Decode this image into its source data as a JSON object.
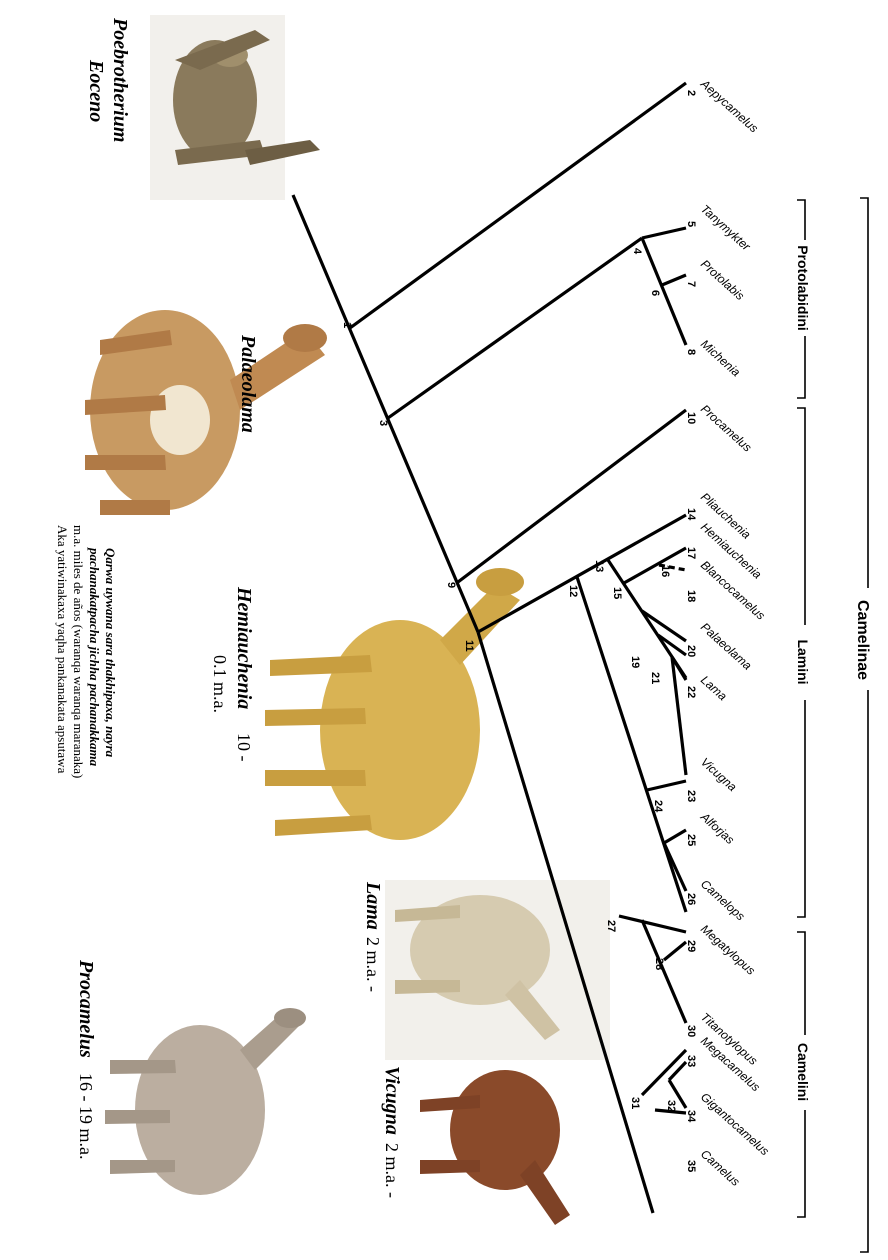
{
  "title": "Camelinae",
  "tribes": {
    "protolabidini": "Protolabidini",
    "lamini": "Lamini",
    "camelini": "Camelini"
  },
  "taxa": [
    {
      "num": "2",
      "name": "Aepycamelus"
    },
    {
      "num": "5",
      "name": "Tanymykter"
    },
    {
      "num": "7",
      "name": "Protolabis"
    },
    {
      "num": "8",
      "name": "Michenia"
    },
    {
      "num": "10",
      "name": "Procamelus"
    },
    {
      "num": "14",
      "name": "Pliauchenia"
    },
    {
      "num": "17",
      "name": "Hemiauchenia"
    },
    {
      "num": "18",
      "name": "Blancocamelus"
    },
    {
      "num": "20",
      "name": "Palaeolama"
    },
    {
      "num": "22",
      "name": "Lama"
    },
    {
      "num": "23",
      "name": "Vicugna"
    },
    {
      "num": "25",
      "name": "Alforjas"
    },
    {
      "num": "26",
      "name": "Camelops"
    },
    {
      "num": "29",
      "name": "Megatylopus"
    },
    {
      "num": "30",
      "name": "Titanotylopus"
    },
    {
      "num": "33",
      "name": "Megacamelus"
    },
    {
      "num": "34",
      "name": "Gigantocamelus"
    },
    {
      "num": "35",
      "name": "Camelus"
    }
  ],
  "internal_nodes": [
    "1",
    "3",
    "4",
    "6",
    "9",
    "11",
    "12",
    "13",
    "15",
    "16",
    "19",
    "21",
    "24",
    "27",
    "28",
    "31",
    "32"
  ],
  "animals": {
    "poebrotherium": {
      "name": "Poebrotherium",
      "age": "Eoceno"
    },
    "palaeolama": {
      "name": "Palaeolama"
    },
    "hemiauchenia": {
      "name": "Hemiauchenia",
      "age1": "10 -",
      "age2": "0.1 m.a."
    },
    "lama": {
      "name": "Lama",
      "age": "2 m.a. -"
    },
    "vicugna": {
      "name": "Vicugna",
      "age": "2 m.a. -"
    },
    "procamelus": {
      "name": "Procamelus",
      "age": "16 - 19 m.a."
    }
  },
  "note": {
    "line1": "Qarwa uywana sara thakhipaxa, nayra",
    "line2": "pachanakatpacha jichha pachanakkama",
    "line3": "m.a. miles de años (waranqa waranqa maranaka)",
    "line4": "Aka yatiwinakaxa yaqha pankanakata apsutawa"
  },
  "colors": {
    "line": "#000000",
    "poebrotherium": "#8a7a5c",
    "palaeolama": "#c89a62",
    "hemiauchenia": "#d9b354",
    "lama": "#d6cbb0",
    "vicugna": "#8a4a2a",
    "procamelus": "#bbaea0"
  }
}
